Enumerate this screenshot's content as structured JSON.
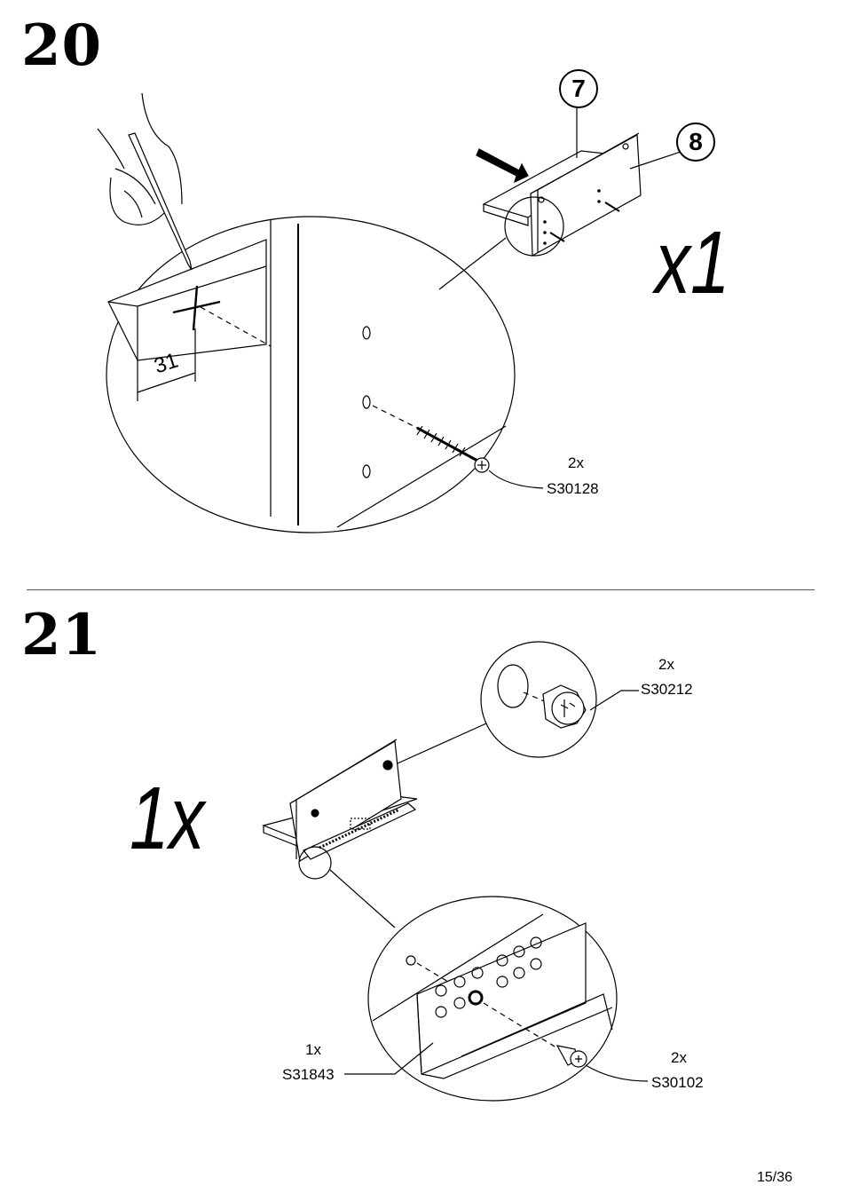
{
  "step20": {
    "number": "20",
    "multiplier": "x1",
    "callouts": [
      "7",
      "8"
    ],
    "dimension": "31",
    "screw": {
      "qty": "2x",
      "code": "S30128"
    }
  },
  "step21": {
    "number": "21",
    "multiplier": "1x",
    "cam": {
      "qty": "2x",
      "code": "S30212"
    },
    "rail": {
      "qty": "1x",
      "code": "S31843"
    },
    "screw": {
      "qty": "2x",
      "code": "S30102"
    }
  },
  "page": "15/36",
  "colors": {
    "ink": "#000000",
    "paper": "#ffffff"
  }
}
